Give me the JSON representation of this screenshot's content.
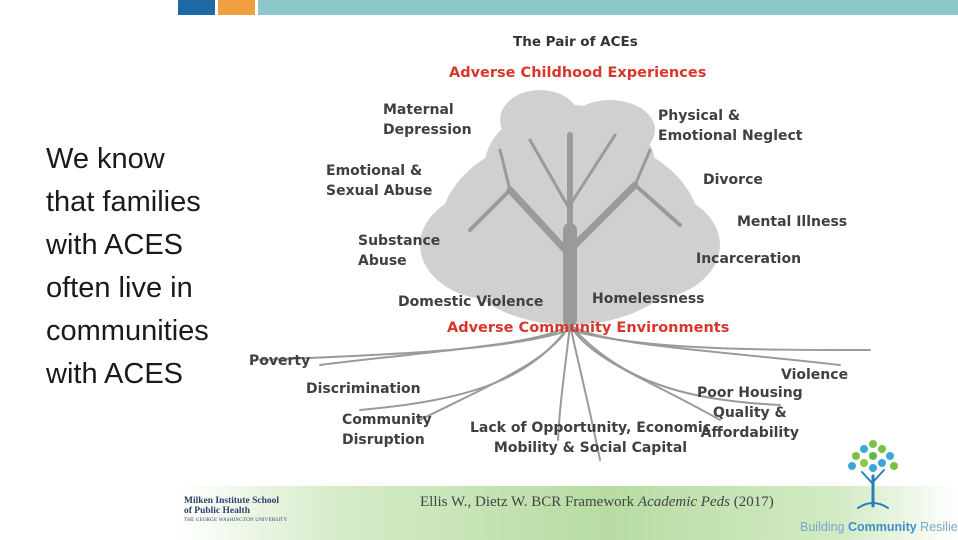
{
  "slide": {
    "side_text": [
      "We know",
      "that families",
      "with ACES",
      "often live in",
      "communities",
      "with ACES"
    ]
  },
  "diagram": {
    "title": "The Pair of ACEs",
    "heading_top": "Adverse Childhood Experiences",
    "heading_mid": "Adverse Community Environments",
    "labels": {
      "maternal_depression": [
        "Maternal",
        "Depression"
      ],
      "physical_neglect": [
        "Physical &",
        "Emotional Neglect"
      ],
      "emotional_abuse": [
        "Emotional &",
        "Sexual Abuse"
      ],
      "divorce": "Divorce",
      "mental_illness": "Mental Illness",
      "substance_abuse": [
        "Substance",
        "Abuse"
      ],
      "incarceration": "Incarceration",
      "domestic_violence": "Domestic Violence",
      "homelessness": "Homelessness",
      "poverty": "Poverty",
      "discrimination": "Discrimination",
      "violence": "Violence",
      "poor_housing": [
        "Poor Housing",
        "Quality &",
        "Affordability"
      ],
      "community_disruption": [
        "Community",
        "Disruption"
      ],
      "lack_opportunity": [
        "Lack of Opportunity, Economic",
        "Mobility & Social Capital"
      ]
    }
  },
  "footer": {
    "citation_prefix": "Ellis W., Dietz W. BCR Framework ",
    "citation_journal": "Academic Peds",
    "citation_year": " (2017)",
    "milken_lines": [
      "Milken Institute School",
      "of Public Health"
    ],
    "milken_small": "THE GEORGE WASHINGTON UNIVERSITY",
    "bcr_part1": "Building ",
    "bcr_part2": "Community",
    "bcr_part3": " Resilience"
  },
  "colors": {
    "accent_red": "#d9362b",
    "bar_blue": "#1f6aa5",
    "bar_orange": "#f0a040",
    "bar_teal": "#8cc6c8"
  }
}
